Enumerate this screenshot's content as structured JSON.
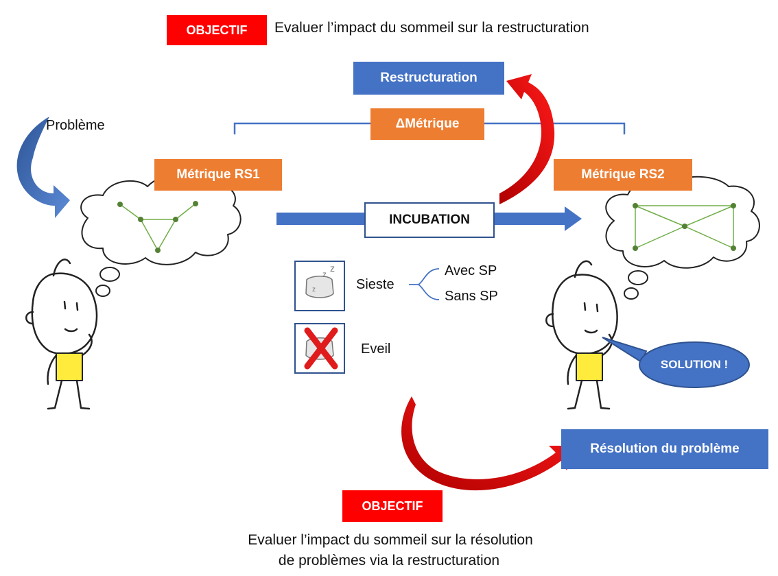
{
  "objective_top": {
    "label": "OBJECTIF",
    "text": "Evaluer l’impact du sommeil sur la restructuration"
  },
  "restructuration": "Restructuration",
  "delta_metric": "ΔMétrique",
  "probleme": "Problème",
  "metric_rs1": "Métrique RS1",
  "metric_rs2": "Métrique RS2",
  "incubation": "INCUBATION",
  "conditions": {
    "sieste": "Sieste",
    "avec_sp": "Avec SP",
    "sans_sp": "Sans SP",
    "eveil": "Eveil"
  },
  "solution": "SOLUTION !",
  "resolution": "Résolution du problème",
  "objective_bottom": {
    "label": "OBJECTIF",
    "line1": "Evaluer l’impact du sommeil sur la résolution",
    "line2": "de problèmes via la restructuration"
  },
  "colors": {
    "red": "#ff0000",
    "blue": "#4472c4",
    "orange": "#ed7d31",
    "node_green": "#548235",
    "edge_green": "#70ad47",
    "shirt_yellow": "#ffeb3b"
  }
}
